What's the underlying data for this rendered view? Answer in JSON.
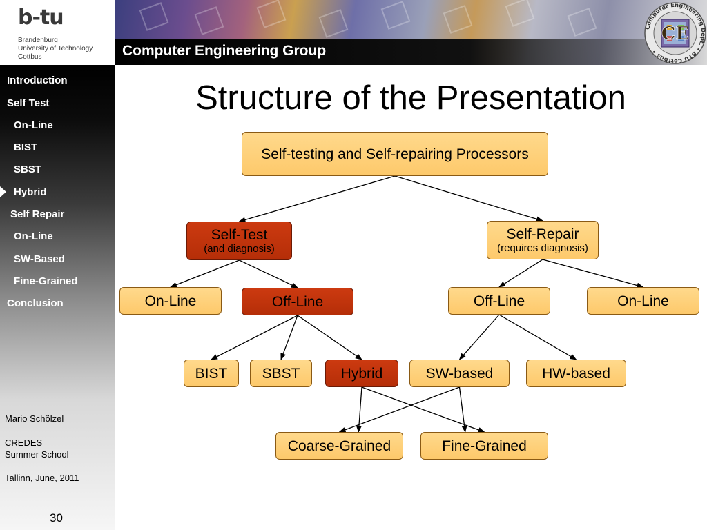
{
  "header": {
    "logo_mark": "b-tu",
    "university_lines": [
      "Brandenburg",
      "University of Technology",
      "Cottbus"
    ],
    "group_title": "Computer Engineering Group",
    "seal": {
      "ring_text": "Computer Engineering Dept. • BTU Cottbus •",
      "center_text": "CE"
    }
  },
  "sidebar": {
    "items": [
      {
        "label": "Introduction"
      },
      {
        "label": "Self Test"
      },
      {
        "label": "On-Line"
      },
      {
        "label": "BIST"
      },
      {
        "label": "SBST"
      },
      {
        "label": "Hybrid"
      },
      {
        "label": "Self Repair"
      },
      {
        "label": "On-Line"
      },
      {
        "label": "SW-Based"
      },
      {
        "label": "Fine-Grained"
      },
      {
        "label": "Conclusion"
      }
    ],
    "current_item": "Hybrid",
    "footer": {
      "author": "Mario Schölzel",
      "event_line1": "CREDES",
      "event_line2": "Summer School",
      "place_date": "Tallinn, June, 2011",
      "page_number": "30"
    }
  },
  "slide": {
    "title": "Structure of the Presentation"
  },
  "diagram": {
    "highlight_color": "#c1350c",
    "default_color": "#fdcf73",
    "nodes": {
      "root": {
        "label": "Self-testing and Self-repairing Processors"
      },
      "self_test": {
        "label": "Self-Test",
        "sub": "(and diagnosis)",
        "highlighted": true
      },
      "self_repair": {
        "label": "Self-Repair",
        "sub": "(requires diagnosis)"
      },
      "st_online": {
        "label": "On-Line"
      },
      "st_offline": {
        "label": "Off-Line",
        "highlighted": true
      },
      "sr_offline": {
        "label": "Off-Line"
      },
      "sr_online": {
        "label": "On-Line"
      },
      "bist": {
        "label": "BIST"
      },
      "sbst": {
        "label": "SBST"
      },
      "hybrid": {
        "label": "Hybrid",
        "highlighted": true
      },
      "sw_based": {
        "label": "SW-based"
      },
      "hw_based": {
        "label": "HW-based"
      },
      "coarse_grained": {
        "label": "Coarse-Grained"
      },
      "fine_grained": {
        "label": "Fine-Grained"
      }
    },
    "edges": [
      [
        "root",
        "self_test"
      ],
      [
        "root",
        "self_repair"
      ],
      [
        "self_test",
        "st_online"
      ],
      [
        "self_test",
        "st_offline"
      ],
      [
        "self_repair",
        "sr_offline"
      ],
      [
        "self_repair",
        "sr_online"
      ],
      [
        "st_offline",
        "bist"
      ],
      [
        "st_offline",
        "sbst"
      ],
      [
        "st_offline",
        "hybrid"
      ],
      [
        "sr_offline",
        "sw_based"
      ],
      [
        "sr_offline",
        "hw_based"
      ],
      [
        "hybrid",
        "coarse_grained"
      ],
      [
        "hybrid",
        "fine_grained"
      ],
      [
        "sw_based",
        "coarse_grained"
      ],
      [
        "sw_based",
        "fine_grained"
      ]
    ]
  }
}
